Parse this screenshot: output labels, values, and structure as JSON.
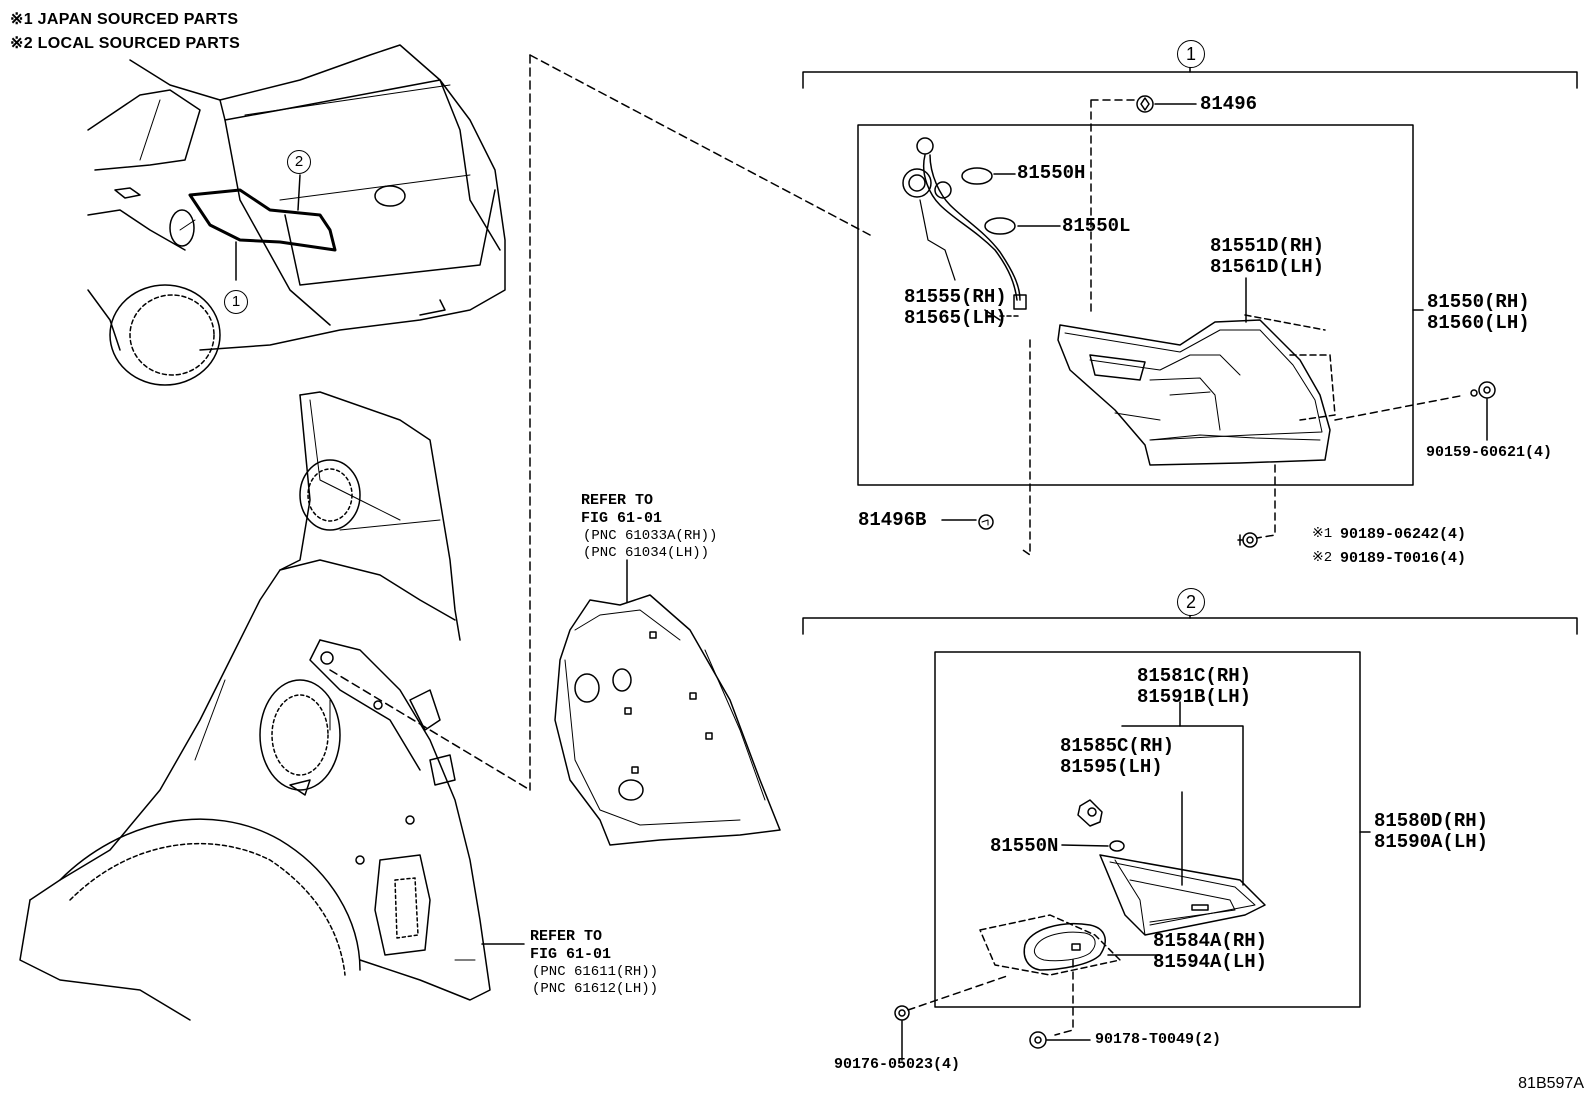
{
  "notes": {
    "japan": "※1 JAPAN SOURCED PARTS",
    "local": "※2 LOCAL SOURCED PARTS"
  },
  "callouts": {
    "one": "1",
    "two": "2"
  },
  "group1": {
    "p81496": "81496",
    "p81550H": "81550H",
    "p81550L": "81550L",
    "p81551D": "81551D(RH)",
    "p81561D": "81561D(LH)",
    "p81555": "81555(RH)",
    "p81565": "81565(LH)",
    "p81550": "81550(RH)",
    "p81560": "81560(LH)",
    "p90159": "90159-60621(4)",
    "p81496B": "81496B",
    "m1": "※1",
    "p90189a": "90189-06242(4)",
    "m2": "※2",
    "p90189b": "90189-T0016(4)"
  },
  "group2": {
    "p81581C": "81581C(RH)",
    "p81591B": "81591B(LH)",
    "p81585C": "81585C(RH)",
    "p81595": "81595(LH)",
    "p81550N": "81550N",
    "p81580D": "81580D(RH)",
    "p81590A": "81590A(LH)",
    "p81584A": "81584A(RH)",
    "p81594A": "81594A(LH)",
    "p90176": "90176-05023(4)",
    "p90178": "90178-T0049(2)"
  },
  "refer1": {
    "l1": "REFER TO",
    "l2": "FIG 61-01",
    "l3": "(PNC 61033A(RH))",
    "l4": "(PNC 61034(LH))"
  },
  "refer2": {
    "l1": "REFER TO",
    "l2": "FIG 61-01",
    "l3": "(PNC 61611(RH))",
    "l4": "(PNC 61612(LH))"
  },
  "figure_code": "81B597A"
}
